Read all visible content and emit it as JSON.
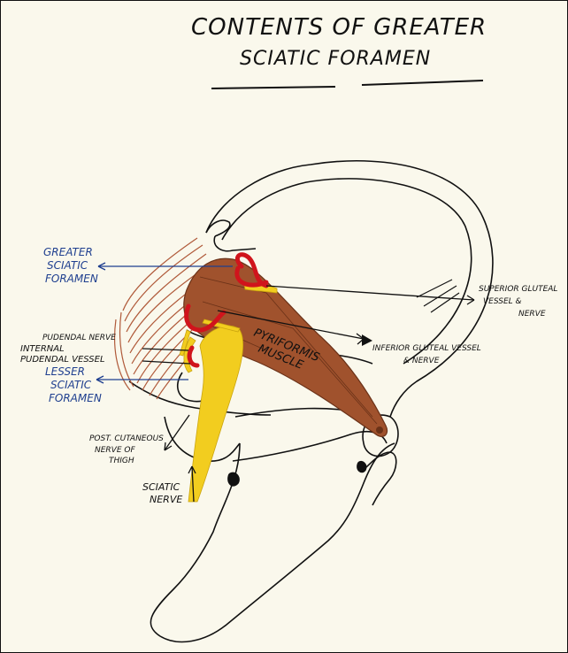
{
  "title": {
    "line1": "CONTENTS OF GREATER",
    "line2": "SCIATIC FORAMEN"
  },
  "labels": {
    "greater_sciatic_foramen": [
      "GREATER",
      "SCIATIC",
      "FORAMEN"
    ],
    "lesser_sciatic_foramen": [
      "LESSER",
      "SCIATIC",
      "FORAMEN"
    ],
    "pudendal_nerve": "PUDENDAL NERVE",
    "internal_pudendal_vessel": [
      "INTERNAL",
      "PUDENDAL VESSEL"
    ],
    "piriformis_muscle": [
      "PYRIFORMIS",
      "MUSCLE"
    ],
    "superior_gluteal": [
      "SUPERIOR GLUTEAL",
      "VESSEL &",
      "NERVE"
    ],
    "inferior_gluteal": [
      "INFERIOR GLUTEAL VESSEL",
      "& NERVE"
    ],
    "post_cutaneous_nerve": [
      "POST. CUTANEOUS",
      "NERVE OF",
      "THIGH"
    ],
    "sciatic_nerve": [
      "SCIATIC",
      "NERVE"
    ]
  },
  "colors": {
    "paper": "#faf8ec",
    "ink": "#111111",
    "blue_label": "#1f3f8f",
    "muscle": "#a0522d",
    "muscle_dark": "#6b3218",
    "vessel": "#d0141c",
    "nerve": "#f2cd1f",
    "ligament": "#b05a3a"
  }
}
